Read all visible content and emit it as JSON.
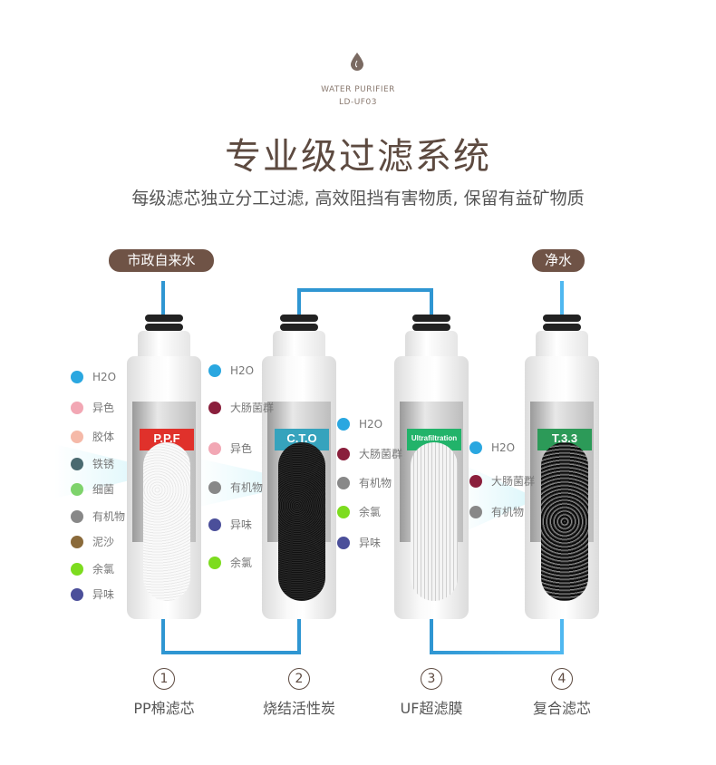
{
  "header": {
    "brand_line1": "WATER PURIFIER",
    "brand_line2": "LD-UF03",
    "title": "专业级过滤系统",
    "subtitle": "每级滤芯独立分工过滤, 高效阻挡有害物质, 保留有益矿物质"
  },
  "flow": {
    "inlet_label": "市政自来水",
    "outlet_label": "净水",
    "pipe_color": "#2f96d2",
    "outlet_color": "#4fb8f0"
  },
  "cartridges": [
    {
      "badge": "P.P.F",
      "color": "#e0312b",
      "number": "1",
      "name": "PP棉滤芯"
    },
    {
      "badge": "C.T.O",
      "color": "#36a3bd",
      "number": "2",
      "name": "烧结活性炭"
    },
    {
      "badge": "Ultrafiltration",
      "color": "#22b36a",
      "number": "3",
      "name": "UF超滤膜"
    },
    {
      "badge": "T.3.3",
      "color": "#2c9a58",
      "number": "4",
      "name": "复合滤芯"
    }
  ],
  "contaminants": [
    [
      "H2O",
      "异色",
      "胶体",
      "铁锈",
      "细菌",
      "有机物",
      "泥沙",
      "余氯",
      "异味"
    ],
    [
      "H2O",
      "大肠菌群",
      "异色",
      "有机物",
      "异味",
      "余氯"
    ],
    [
      "H2O",
      "大肠菌群",
      "有机物",
      "余氯",
      "异味"
    ],
    [
      "H2O",
      "大肠菌群",
      "有机物"
    ]
  ]
}
